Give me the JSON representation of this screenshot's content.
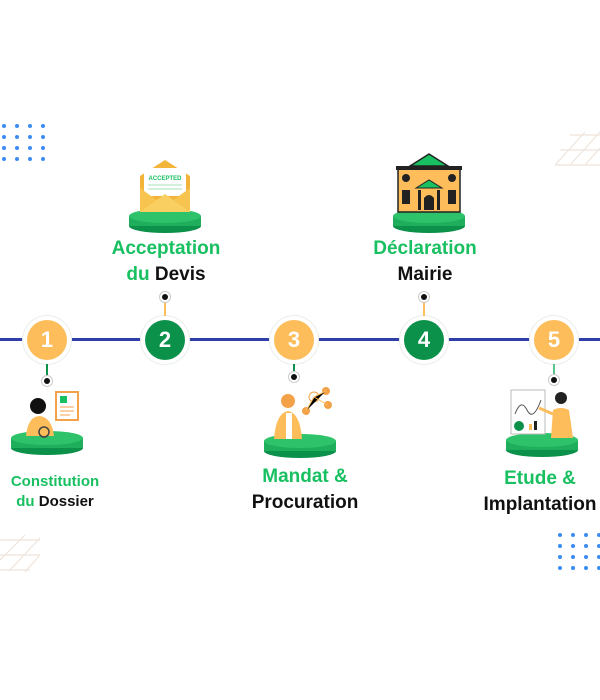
{
  "colors": {
    "timeline": "#2f3ea8",
    "orange": "#fdbd5b",
    "green_dark": "#0c914b",
    "green_text": "#19c061",
    "dark_text": "#111111",
    "dot_blue": "#3b8cf5"
  },
  "steps": [
    {
      "number": "1",
      "color": "orange",
      "position": "below",
      "line1_green": "Constitution",
      "line2_green": "du",
      "line2_dark": "Dossier",
      "icon": "person-document-icon"
    },
    {
      "number": "2",
      "color": "green",
      "position": "above",
      "line1_green": "Acceptation",
      "line2_green": "du",
      "line2_dark": "Devis",
      "icon": "accepted-envelope-icon",
      "envelope_text": "ACCEPTED"
    },
    {
      "number": "3",
      "color": "orange",
      "position": "below",
      "line1_green": "Mandat &",
      "line2_green": "",
      "line2_dark": "Procuration",
      "icon": "person-network-icon"
    },
    {
      "number": "4",
      "color": "green",
      "position": "above",
      "line1_green": "Déclaration",
      "line2_green": "",
      "line2_dark": "Mairie",
      "icon": "town-hall-icon"
    },
    {
      "number": "5",
      "color": "orange",
      "position": "below",
      "line1_green": "Etude &",
      "line2_green": "",
      "line2_dark": "Implantation",
      "icon": "presentation-board-icon"
    }
  ]
}
